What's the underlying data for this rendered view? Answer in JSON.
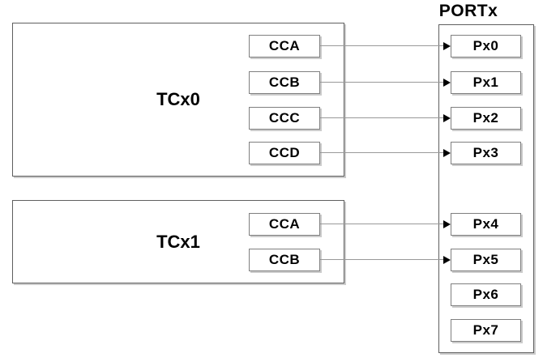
{
  "port": {
    "title": "PORTx",
    "pins": [
      {
        "id": "Px0",
        "label": "Px0"
      },
      {
        "id": "Px1",
        "label": "Px1"
      },
      {
        "id": "Px2",
        "label": "Px2"
      },
      {
        "id": "Px3",
        "label": "Px3"
      },
      {
        "id": "Px4",
        "label": "Px4"
      },
      {
        "id": "Px5",
        "label": "Px5"
      },
      {
        "id": "Px6",
        "label": "Px6"
      },
      {
        "id": "Px7",
        "label": "Px7"
      }
    ]
  },
  "blocks": [
    {
      "id": "TCx0",
      "label": "TCx0",
      "channels": [
        {
          "label": "CCA",
          "target": "Px0"
        },
        {
          "label": "CCB",
          "target": "Px1"
        },
        {
          "label": "CCC",
          "target": "Px2"
        },
        {
          "label": "CCD",
          "target": "Px3"
        }
      ]
    },
    {
      "id": "TCx1",
      "label": "TCx1",
      "channels": [
        {
          "label": "CCA",
          "target": "Px4"
        },
        {
          "label": "CCB",
          "target": "Px5"
        }
      ]
    }
  ],
  "colors": {
    "background": "#ffffff",
    "box_border": "#5f5f5f",
    "small_box_border": "#7f7f7f",
    "shadow": "#cccccc",
    "connector": "#999999",
    "arrowhead": "#000000",
    "text": "#000000"
  }
}
